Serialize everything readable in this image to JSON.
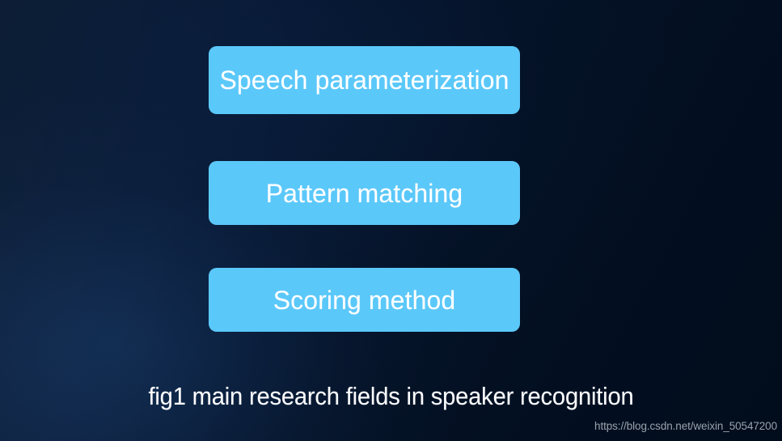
{
  "slide": {
    "background_color_top_left": "#08182f",
    "background_color_bottom_right": "#010c1c",
    "box_fill_color": "#5bc8fa",
    "box_text_color": "#ffffff",
    "caption_text_color": "#fdfdfd",
    "watermark_color": "#a6b0ba"
  },
  "diagram": {
    "type": "flow-stack",
    "nodes": [
      {
        "id": "speech",
        "label": "Speech parameterization",
        "line1": "Speech",
        "line2": "parameterization",
        "order": 1
      },
      {
        "id": "pattern",
        "label": "Pattern matching",
        "order": 2
      },
      {
        "id": "scoring",
        "label": "Scoring method",
        "order": 3
      }
    ]
  },
  "caption": {
    "text": "fig1 main research fields in speaker recognition"
  },
  "watermark": {
    "text": "https://blog.csdn.net/weixin_50547200"
  }
}
